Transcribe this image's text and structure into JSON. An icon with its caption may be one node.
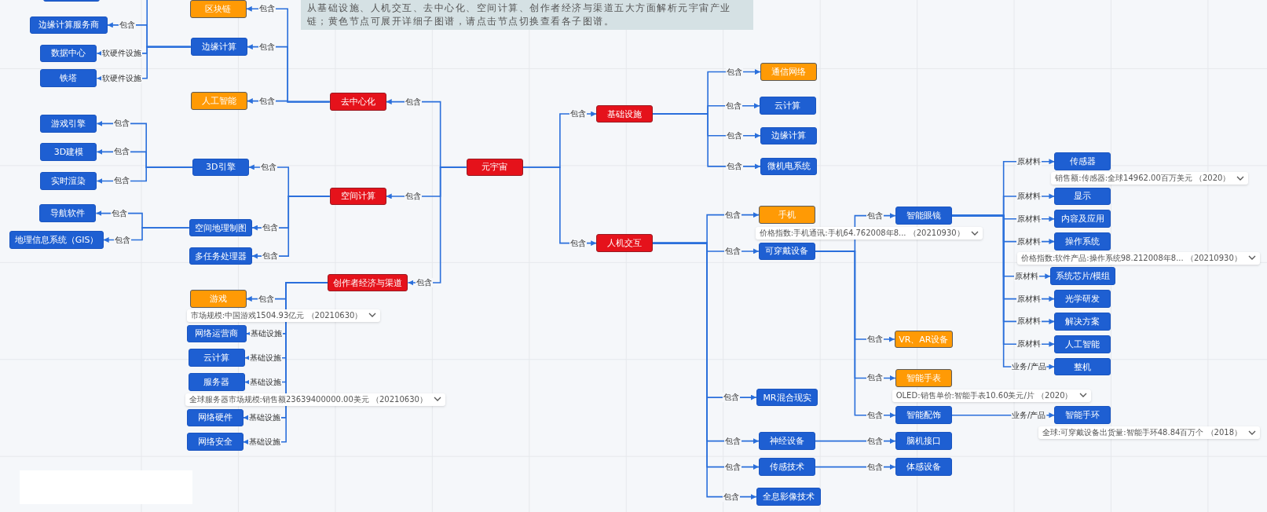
{
  "diagram": {
    "caption": "从基础设施、人机交互、去中心化、空间计算、创作者经济与渠道五大方面解析元宇宙产业链；黄色节点可展开详细子图谱，请点击节点切换查看各子图谱。",
    "nodes": [
      {
        "text": [
          "元宇宙"
        ]
      },
      {
        "text": [
          "去中心化"
        ]
      },
      {
        "text": [
          "区块链"
        ]
      },
      {
        "text": [
          "边缘计算"
        ]
      },
      {
        "text": [],
        "shape": "box"
      },
      {
        "text": [
          "边缘计算服务商"
        ]
      },
      {
        "text": [
          "数据中心"
        ]
      },
      {
        "text": [
          "铁塔"
        ]
      },
      {
        "text": [
          "人工智能"
        ]
      },
      {
        "text": [
          "空间计算"
        ]
      },
      {
        "text": [
          "3D引擎"
        ]
      },
      {
        "text": [
          "游戏引擎"
        ]
      },
      {
        "text": [
          "3D建模"
        ]
      },
      {
        "text": [
          "实时渲染"
        ]
      },
      {
        "text": [
          "空间地理制图"
        ]
      },
      {
        "text": [
          "导航软件"
        ]
      },
      {
        "text": [
          "地理信息系统（GIS）"
        ]
      },
      {
        "text": [
          "多任务处理器"
        ]
      },
      {
        "text": [
          "创作者经济与渠道"
        ]
      },
      {
        "text": [
          "游戏"
        ],
        "beside": [
          "市场规模:中国游戏1504.93亿元 （20210630）"
        ]
      },
      {
        "text": [
          "网络运营商"
        ]
      },
      {
        "text": [
          "云计算"
        ]
      },
      {
        "text": [
          "服务器"
        ],
        "beside": [
          "全球服务器市场规模:销售额23639400000.00美元 （20210630）"
        ]
      },
      {
        "text": [
          "网络硬件"
        ]
      },
      {
        "text": [
          "网络安全"
        ]
      },
      {
        "text": [
          "基础设施"
        ]
      },
      {
        "text": [
          "通信网络"
        ]
      },
      {
        "text": [
          "云计算"
        ]
      },
      {
        "text": [
          "边缘计算"
        ]
      },
      {
        "text": [
          "微机电系统"
        ]
      },
      {
        "text": [
          "人机交互"
        ]
      },
      {
        "text": [
          "手机"
        ],
        "beside": [
          "价格指数:手机通讯:手机64.762008年8... （20210930）"
        ]
      },
      {
        "text": [
          "可穿戴设备"
        ]
      },
      {
        "text": [
          "智能眼镜"
        ]
      },
      {
        "text": [
          "传感器"
        ],
        "beside": [
          "销售额:传感器:全球14962.00百万美元 （2020）"
        ]
      },
      {
        "text": [
          "显示"
        ]
      },
      {
        "text": [
          "内容及应用"
        ]
      },
      {
        "text": [
          "操作系统"
        ],
        "beside": [
          "价格指数:软件产品:操作系统98.212008年8... （20210930）"
        ]
      },
      {
        "text": [
          "系统芯片/模组"
        ]
      },
      {
        "text": [
          "光学研发"
        ]
      },
      {
        "text": [
          "解决方案"
        ]
      },
      {
        "text": [
          "人工智能"
        ]
      },
      {
        "text": [
          "整机"
        ]
      },
      {
        "text": [
          "VR、AR设备"
        ]
      },
      {
        "text": [
          "智能手表"
        ],
        "beside": [
          "OLED:销售单价:智能手表10.60美元/片 （2020）"
        ]
      },
      {
        "text": [
          "智能配饰"
        ]
      },
      {
        "text": [
          "智能手环"
        ],
        "beside": [
          "全球:可穿戴设备出货量:智能手环48.84百万个 （2018）"
        ]
      },
      {
        "text": [
          "MR混合现实"
        ]
      },
      {
        "text": [
          "神经设备"
        ]
      },
      {
        "text": [
          "脑机接口"
        ]
      },
      {
        "text": [
          "传感技术"
        ]
      },
      {
        "text": [
          "体感设备"
        ]
      },
      {
        "text": [
          "全息影像技术"
        ]
      }
    ],
    "edges": [
      {
        "from": 0,
        "to": 1,
        "arrow": "to",
        "label": "包含"
      },
      {
        "from": 0,
        "to": 9,
        "arrow": "to",
        "label": "包含"
      },
      {
        "from": 0,
        "to": 18,
        "arrow": "to",
        "label": "包含"
      },
      {
        "from": 1,
        "to": 2,
        "arrow": "to",
        "label": "包含"
      },
      {
        "from": 1,
        "to": 3,
        "arrow": "to",
        "label": "包含"
      },
      {
        "from": 1,
        "to": 8,
        "arrow": "to",
        "label": "包含"
      },
      {
        "from": 3,
        "to": 4,
        "arrow": "to"
      },
      {
        "from": 3,
        "to": 5,
        "arrow": "to",
        "label": "包含"
      },
      {
        "from": 3,
        "to": 6,
        "arrow": "to",
        "label": "软硬件设施"
      },
      {
        "from": 3,
        "to": 7,
        "arrow": "to",
        "label": "软硬件设施"
      },
      {
        "from": 9,
        "to": 10,
        "arrow": "to",
        "label": "包含"
      },
      {
        "from": 9,
        "to": 14,
        "arrow": "to",
        "label": "包含"
      },
      {
        "from": 9,
        "to": 17,
        "arrow": "to",
        "label": "包含"
      },
      {
        "from": 10,
        "to": 11,
        "arrow": "to",
        "label": "包含"
      },
      {
        "from": 10,
        "to": 12,
        "arrow": "to",
        "label": "包含"
      },
      {
        "from": 10,
        "to": 13,
        "arrow": "to",
        "label": "包含"
      },
      {
        "from": 14,
        "to": 15,
        "arrow": "to",
        "label": "包含"
      },
      {
        "from": 14,
        "to": 16,
        "arrow": "to",
        "label": "包含"
      },
      {
        "from": 18,
        "to": 19,
        "arrow": "to",
        "label": "包含"
      },
      {
        "from": 18,
        "to": 20,
        "arrow": "to",
        "label": "基础设施"
      },
      {
        "from": 18,
        "to": 21,
        "arrow": "to",
        "label": "基础设施"
      },
      {
        "from": 18,
        "to": 22,
        "arrow": "to",
        "label": "基础设施"
      },
      {
        "from": 18,
        "to": 23,
        "arrow": "to",
        "label": "基础设施"
      },
      {
        "from": 18,
        "to": 24,
        "arrow": "to",
        "label": "基础设施"
      },
      {
        "from": 0,
        "to": 25,
        "arrow": "to",
        "label": "包含"
      },
      {
        "from": 0,
        "to": 30,
        "arrow": "to",
        "label": "包含"
      },
      {
        "from": 25,
        "to": 26,
        "arrow": "to",
        "label": "包含"
      },
      {
        "from": 25,
        "to": 27,
        "arrow": "to",
        "label": "包含"
      },
      {
        "from": 25,
        "to": 28,
        "arrow": "to",
        "label": "包含"
      },
      {
        "from": 25,
        "to": 29,
        "arrow": "to",
        "label": "包含"
      },
      {
        "from": 30,
        "to": 31,
        "arrow": "to",
        "label": "包含"
      },
      {
        "from": 30,
        "to": 32,
        "arrow": "to",
        "label": "包含"
      },
      {
        "from": 30,
        "to": 47,
        "arrow": "to",
        "label": "包含"
      },
      {
        "from": 30,
        "to": 48,
        "arrow": "to",
        "label": "包含"
      },
      {
        "from": 30,
        "to": 50,
        "arrow": "to",
        "label": "包含"
      },
      {
        "from": 30,
        "to": 52,
        "arrow": "to",
        "label": "包含"
      },
      {
        "from": 32,
        "to": 33,
        "arrow": "to",
        "label": "包含"
      },
      {
        "from": 32,
        "to": 43,
        "arrow": "to",
        "label": "包含"
      },
      {
        "from": 32,
        "to": 44,
        "arrow": "to",
        "label": "包含"
      },
      {
        "from": 32,
        "to": 45,
        "arrow": "to",
        "label": "包含"
      },
      {
        "from": 33,
        "to": 34,
        "arrow": "to",
        "label": "原材料"
      },
      {
        "from": 33,
        "to": 35,
        "arrow": "to",
        "label": "原材料"
      },
      {
        "from": 33,
        "to": 36,
        "arrow": "to",
        "label": "原材料"
      },
      {
        "from": 33,
        "to": 37,
        "arrow": "to",
        "label": "原材料"
      },
      {
        "from": 33,
        "to": 38,
        "arrow": "to",
        "label": "原材料"
      },
      {
        "from": 33,
        "to": 39,
        "arrow": "to",
        "label": "原材料"
      },
      {
        "from": 33,
        "to": 40,
        "arrow": "to",
        "label": "原材料"
      },
      {
        "from": 33,
        "to": 41,
        "arrow": "to",
        "label": "原材料"
      },
      {
        "from": 33,
        "to": 42,
        "arrow": "to",
        "label": "业务/产品"
      },
      {
        "from": 45,
        "to": 46,
        "arrow": "to",
        "label": "业务/产品"
      },
      {
        "from": 48,
        "to": 49,
        "arrow": "to",
        "label": "包含"
      },
      {
        "from": 50,
        "to": 51,
        "arrow": "to",
        "label": "包含"
      }
    ]
  }
}
